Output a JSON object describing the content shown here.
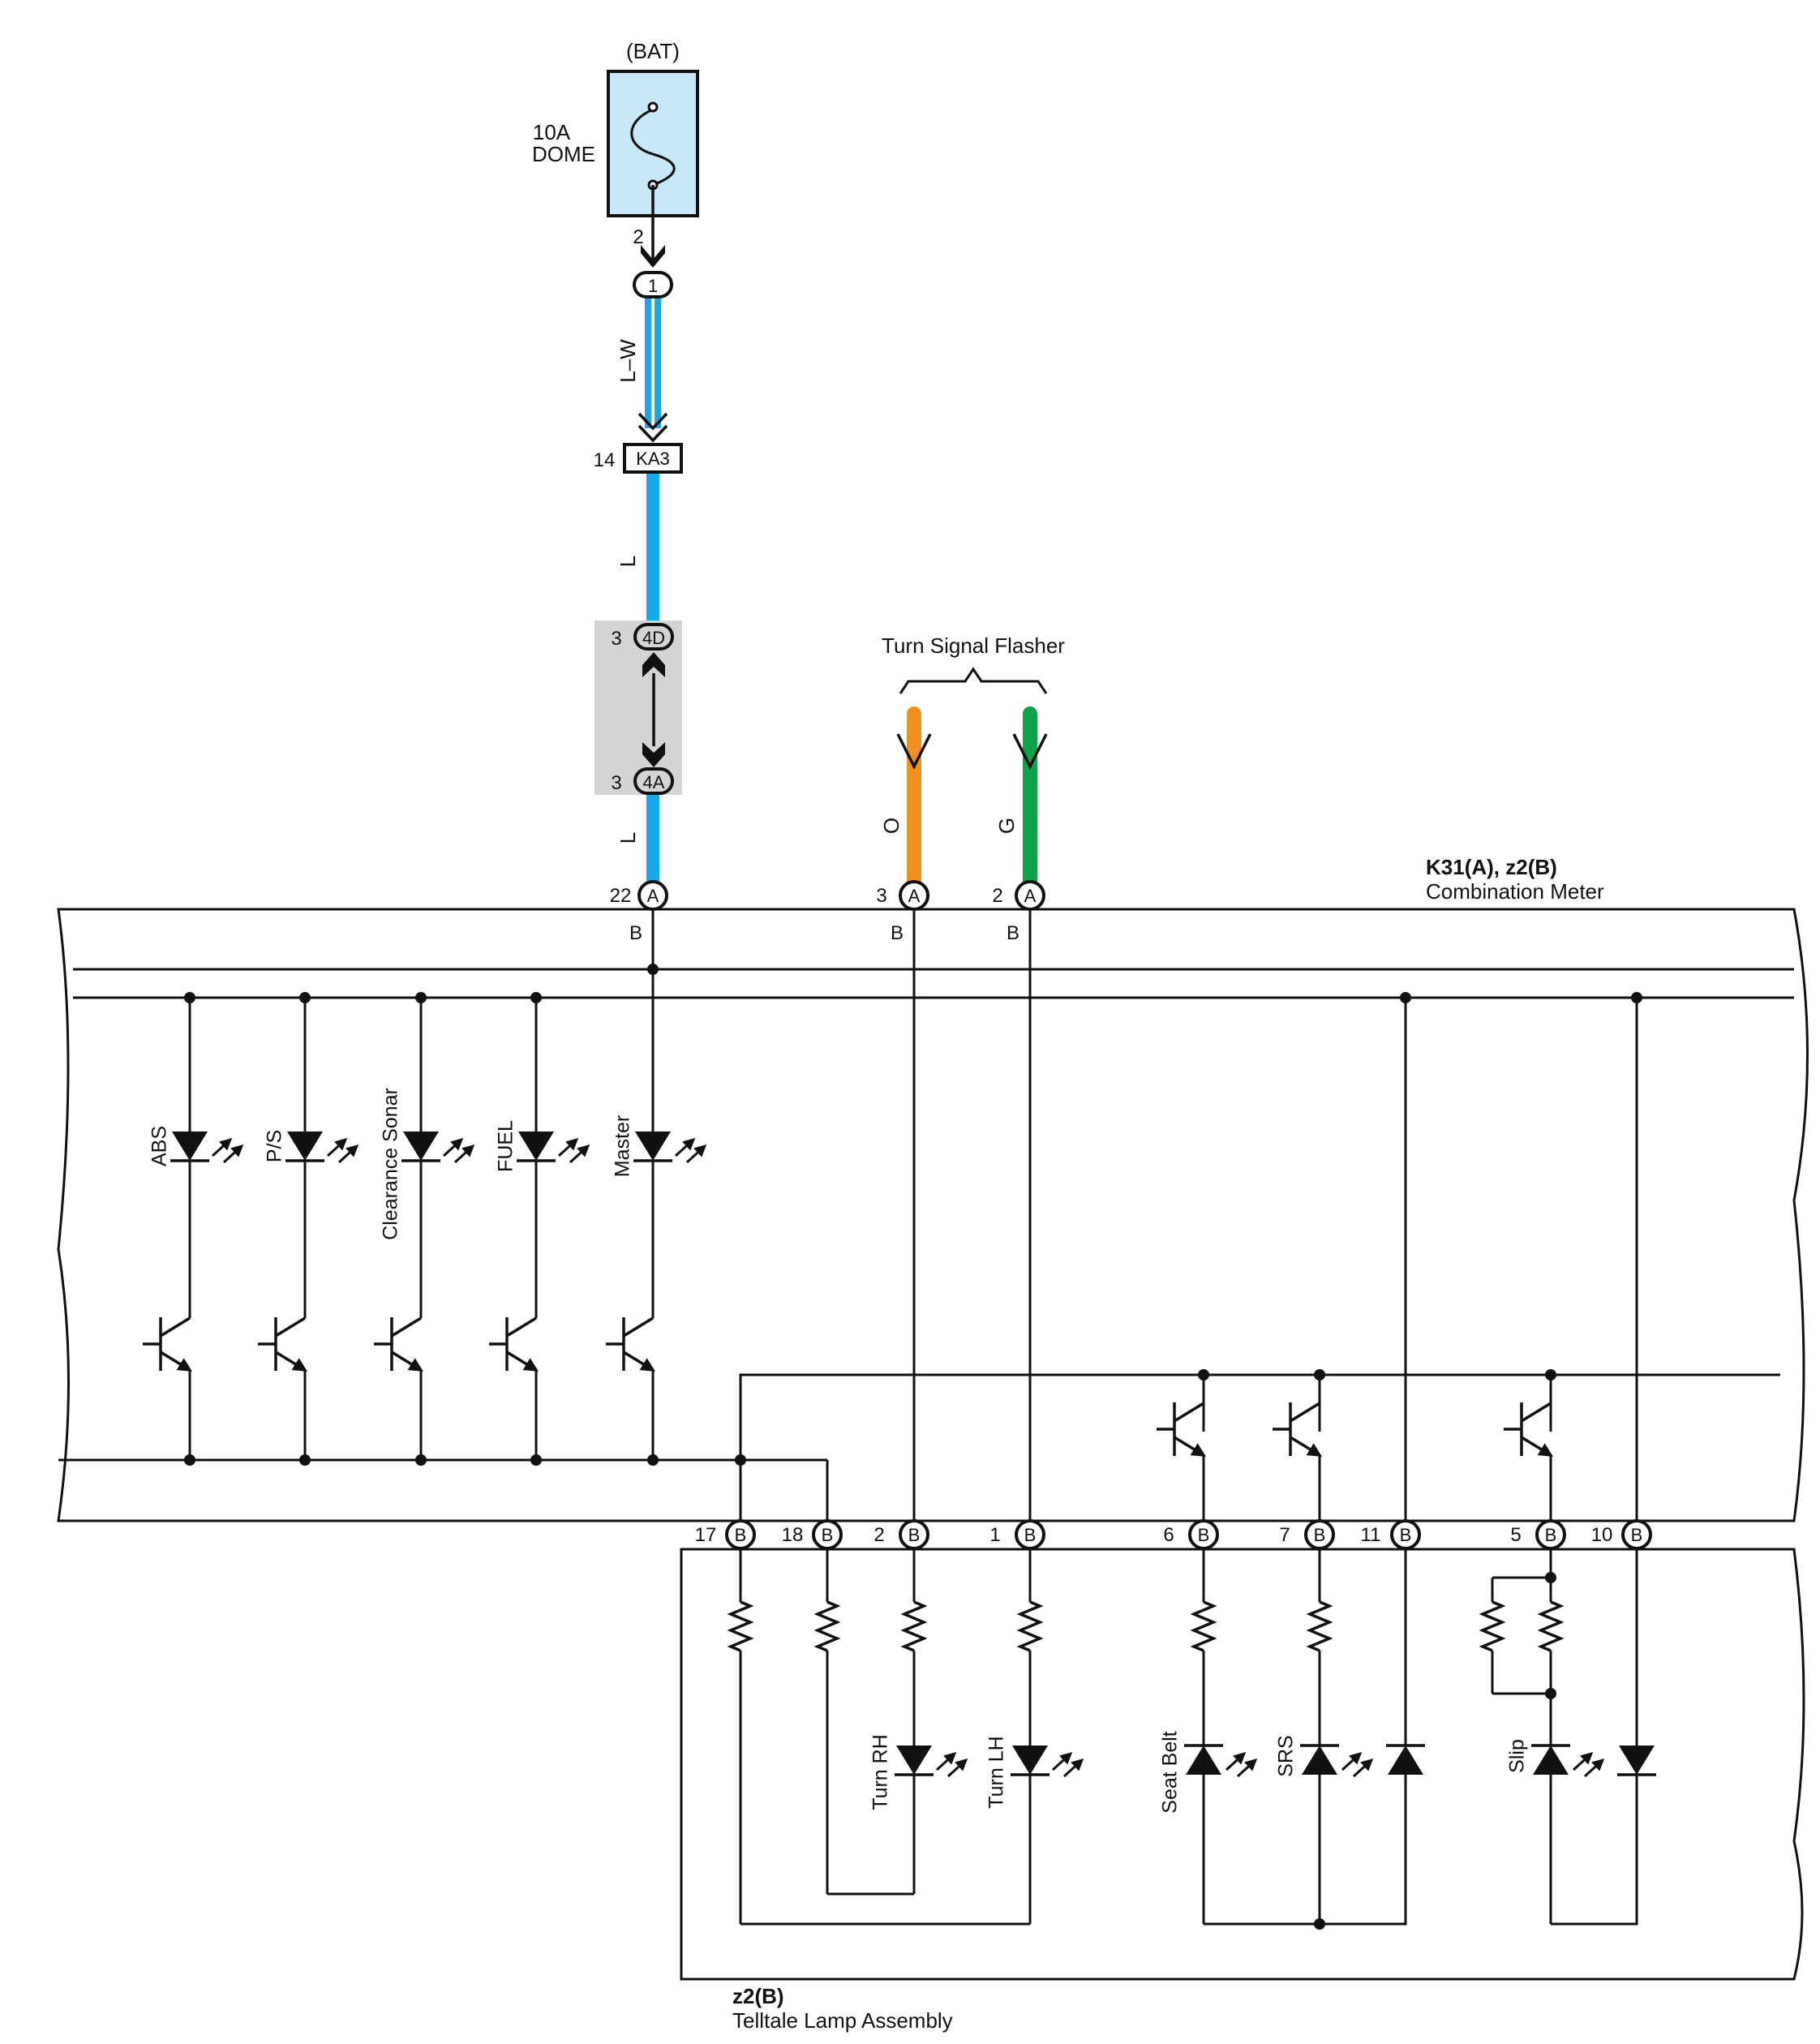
{
  "colors": {
    "panel_fill": "#c8e8f8",
    "wire_blue": "#1aa7e8",
    "wire_orange": "#f0901e",
    "wire_green": "#12a14b",
    "connector_shade": "#d4d4d4",
    "ink": "#111111"
  },
  "fuse": {
    "source": "(BAT)",
    "rating": "10A",
    "name": "DOME",
    "terminal": "2"
  },
  "junction_1": {
    "label": "1"
  },
  "wire_lw": {
    "color_code": "L–W"
  },
  "connector_ka3": {
    "pin": "14",
    "label": "KA3"
  },
  "wire_l_upper": {
    "color_code": "L"
  },
  "connector_4d": {
    "pin": "3",
    "label": "4D"
  },
  "connector_4a": {
    "pin": "3",
    "label": "4A"
  },
  "wire_l_lower": {
    "color_code": "L"
  },
  "flasher": {
    "label": "Turn Signal Flasher"
  },
  "wire_orange": {
    "color_code": "O"
  },
  "wire_green": {
    "color_code": "G"
  },
  "meter": {
    "code": "K31(A), z2(B)",
    "name": "Combination Meter"
  },
  "meter_pins": [
    {
      "pin": "22",
      "conn": "A"
    },
    {
      "pin": "3",
      "conn": "A"
    },
    {
      "pin": "2",
      "conn": "A"
    }
  ],
  "internal_b": [
    "B",
    "B",
    "B"
  ],
  "leds_upper": [
    "ABS",
    "P/S",
    "Clearance Sonar",
    "FUEL",
    "Master"
  ],
  "b_pins": [
    {
      "pin": "17",
      "conn": "B"
    },
    {
      "pin": "18",
      "conn": "B"
    },
    {
      "pin": "2",
      "conn": "B"
    },
    {
      "pin": "1",
      "conn": "B"
    },
    {
      "pin": "6",
      "conn": "B"
    },
    {
      "pin": "7",
      "conn": "B"
    },
    {
      "pin": "11",
      "conn": "B"
    },
    {
      "pin": "5",
      "conn": "B"
    },
    {
      "pin": "10",
      "conn": "B"
    }
  ],
  "leds_lower": [
    "Turn RH",
    "Turn LH",
    "Seat Belt",
    "SRS",
    "Slip"
  ],
  "telltale": {
    "code": "z2(B)",
    "name": "Telltale Lamp Assembly"
  }
}
